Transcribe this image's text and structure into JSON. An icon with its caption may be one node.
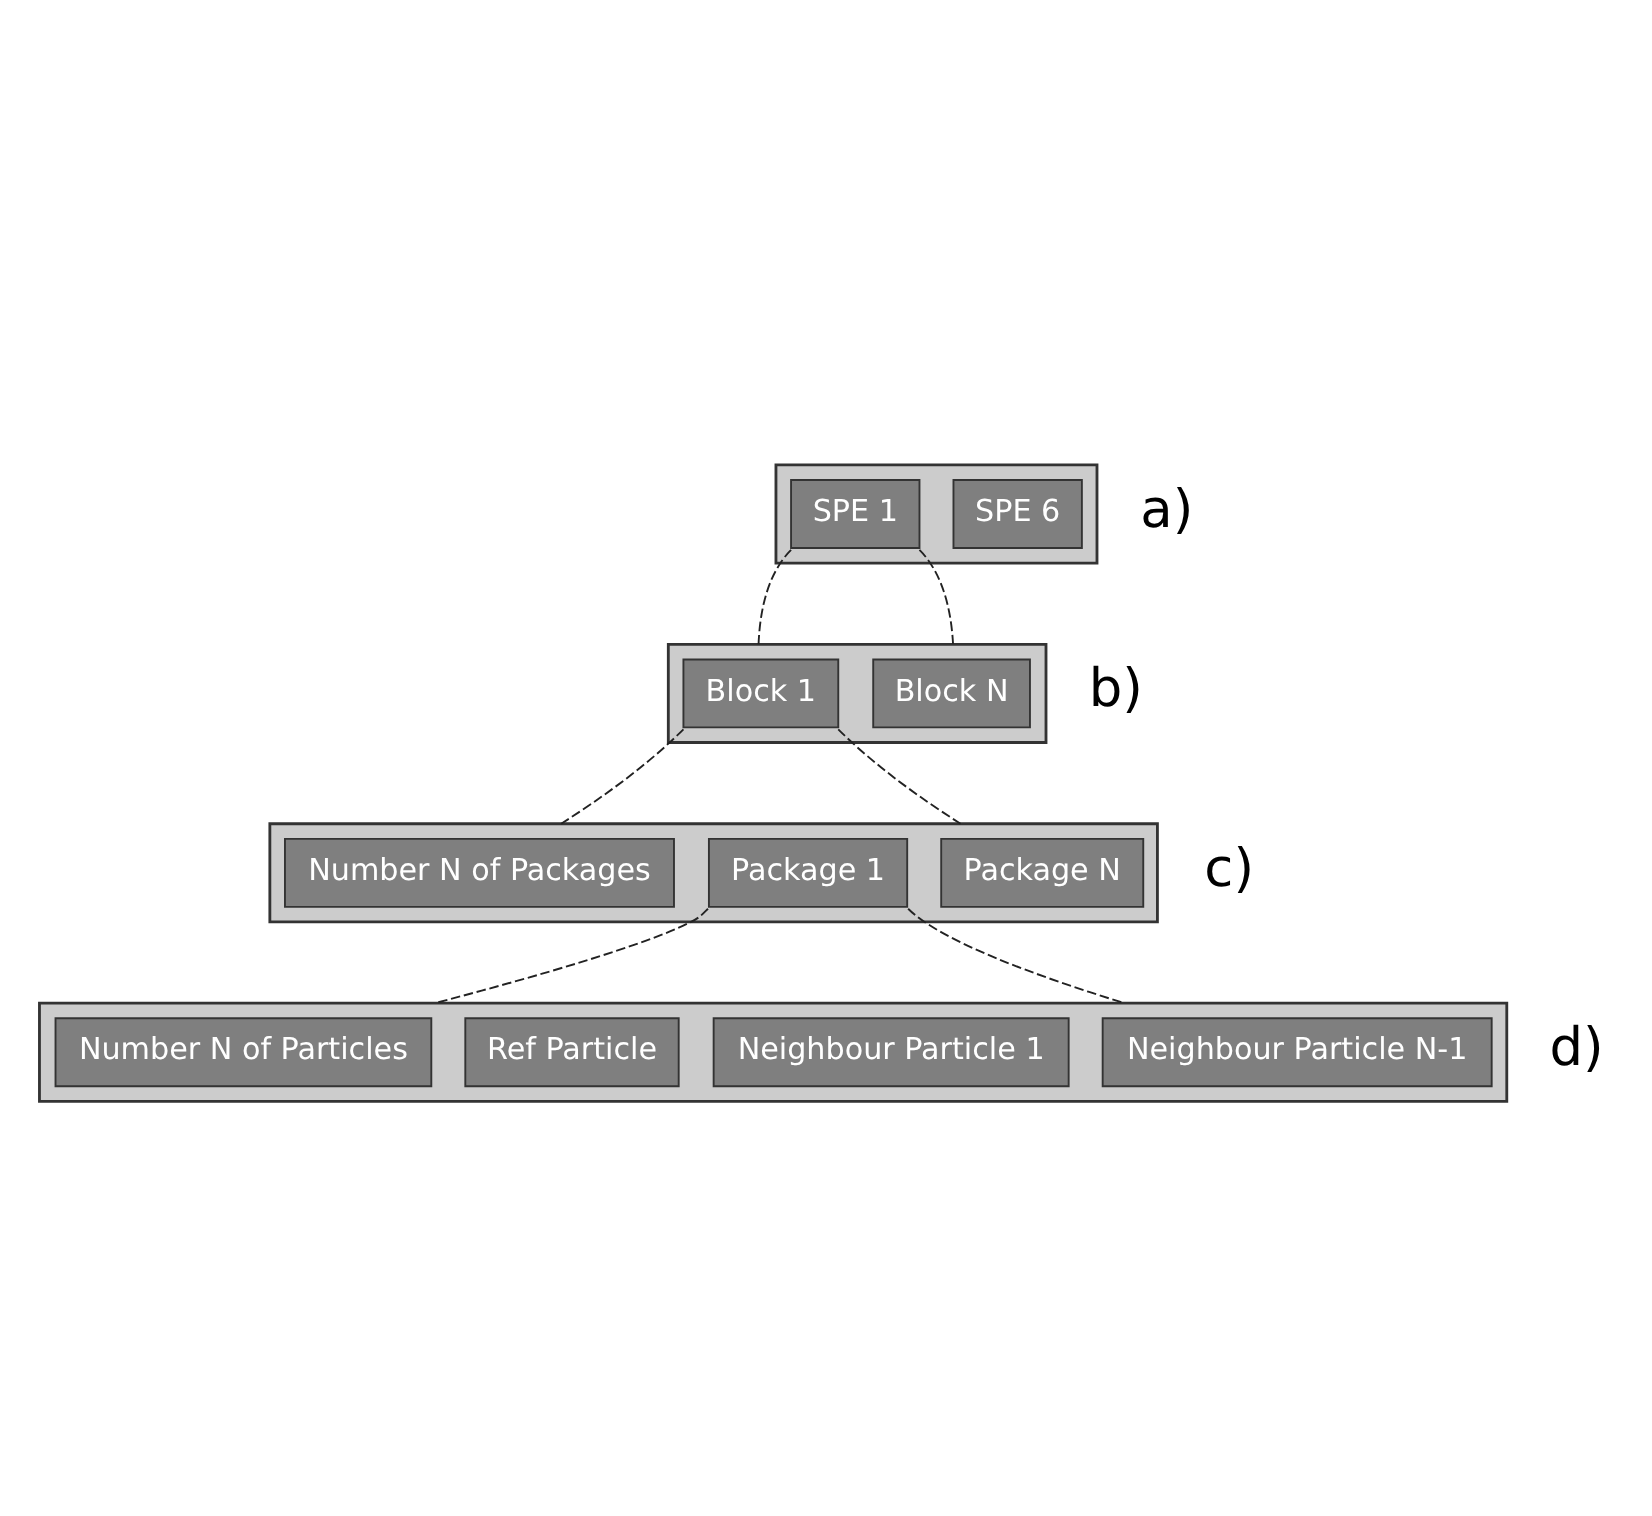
{
  "diagram": {
    "nodes": [
      {
        "text": [],
        "shape": "box"
      },
      {
        "text": [
          "SPE 1"
        ],
        "in": 0
      },
      {
        "text": [
          "SPE 6"
        ],
        "in": 0
      },
      {
        "text": [],
        "shape": "box"
      },
      {
        "text": [
          "Block 1"
        ],
        "in": 3
      },
      {
        "text": [
          "Block N"
        ],
        "in": 3
      },
      {
        "text": [],
        "shape": "box"
      },
      {
        "text": [
          "Number N of Packages"
        ],
        "in": 6
      },
      {
        "text": [
          "Package 1"
        ],
        "in": 6
      },
      {
        "text": [
          "Package N"
        ],
        "in": 6
      },
      {
        "text": [],
        "shape": "box"
      },
      {
        "text": [
          "Number N of Particles"
        ],
        "in": 10
      },
      {
        "text": [
          "Ref Particle"
        ],
        "in": 10
      },
      {
        "text": [
          "Neighbour Particle 1"
        ],
        "in": 10
      },
      {
        "text": [
          "Neighbour Particle N-1"
        ],
        "in": 10
      }
    ],
    "edges": [
      {
        "from": 1,
        "to": 3,
        "arrow": "none",
        "style": "dashed"
      },
      {
        "from": 1,
        "to": 3,
        "arrow": "none",
        "style": "dashed"
      },
      {
        "from": 4,
        "to": 6,
        "arrow": "none",
        "style": "dashed"
      },
      {
        "from": 4,
        "to": 6,
        "arrow": "none",
        "style": "dashed"
      },
      {
        "from": 8,
        "to": 10,
        "arrow": "none",
        "style": "dashed"
      },
      {
        "from": 8,
        "to": 10,
        "arrow": "none",
        "style": "dashed"
      }
    ],
    "labels": [
      "a)",
      "b)",
      "c)",
      "d)"
    ]
  }
}
